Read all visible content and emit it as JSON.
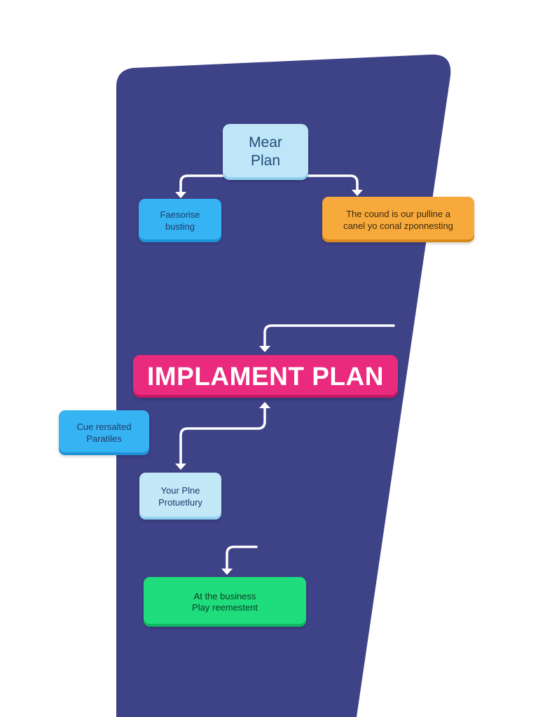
{
  "colors": {
    "background": "#ffffff",
    "panel": "#3e4287",
    "connector": "#ffffff",
    "title_box": "#bfe6f8",
    "title_box_edge": "#8fd0f0",
    "blue_box": "#36b3f2",
    "blue_box_edge": "#1e92d6",
    "orange_box": "#f7a93b",
    "orange_box_edge": "#d88a1c",
    "pink_box": "#ea2a7c",
    "pink_box_edge": "#c41a63",
    "light_box": "#c3e8f8",
    "light_box_edge": "#93d2ef",
    "green_box": "#1fdd7d",
    "green_box_edge": "#11b762"
  },
  "nodes": {
    "title": "Mear\nPlan",
    "left": "Faesorise\nbusting",
    "right": "The cound is our pulline a\ncanel yo conal zponnesting",
    "main": "IMPLAMENT PLAN",
    "side": "Cue rersalted\nParatiles",
    "plan": "Your Plne\nProtuetlury",
    "green": "At the business\nPlay reemestent"
  }
}
